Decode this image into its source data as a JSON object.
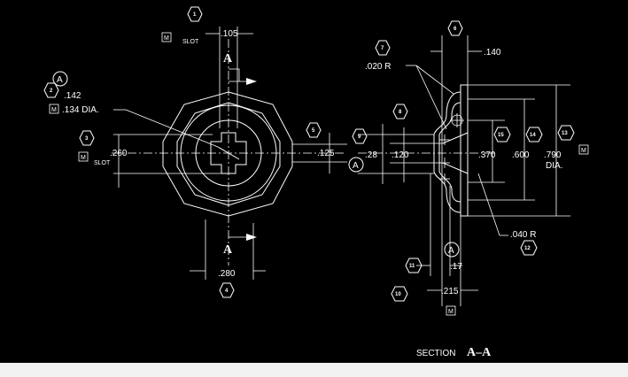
{
  "colors": {
    "background": "#000000",
    "lines": "#ffffff",
    "strip": "#f2f2f2"
  },
  "balloons": [
    "1",
    "2",
    "3",
    "4",
    "5",
    "6",
    "7",
    "8",
    "9",
    "10",
    "11",
    "12",
    "13",
    "14",
    "15"
  ],
  "datum_a": "A",
  "m_box": "M",
  "left_view": {
    "slot_top_dim": ".105",
    "slot_word": "SLOT",
    "section_letter": "A",
    "dia_142": ".142",
    "dia_134": ".134 DIA.",
    "dim_260": ".260",
    "slot_word2": "SLOT",
    "dim_125": ".125",
    "dim_280": ".280"
  },
  "right_view": {
    "dim_140": ".140",
    "radius_020": ".020 R",
    "dim_28": ".28",
    "dim_120": ".120",
    "dim_370": ".370",
    "dim_600": ".600",
    "dim_790": ".790",
    "dia_word": "DIA.",
    "radius_040": ".040 R",
    "dim_17": ".17",
    "dim_215": ".215"
  },
  "section_caption": {
    "word": "SECTION",
    "letters": "A–A"
  }
}
